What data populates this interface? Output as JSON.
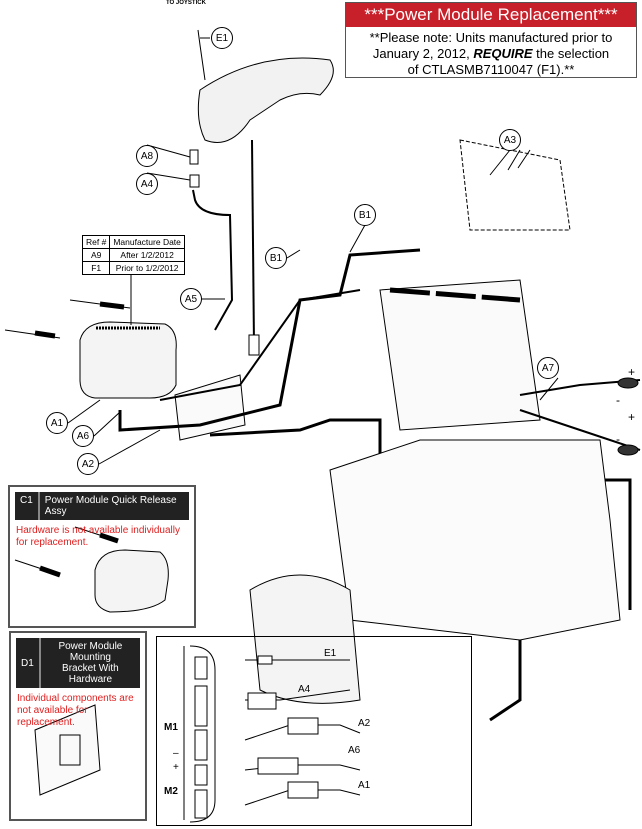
{
  "notice": {
    "title": "***Power Module Replacement***",
    "line1": "**Please note: Units manufactured prior to",
    "line2_a": "January 2, 2012, ",
    "line2_b": "REQUIRE",
    "line2_c": " the selection",
    "line3": "of CTLASMB7110047 (F1).**"
  },
  "to_joystick": "TO JOYSTICK",
  "ref_table": {
    "headers": [
      "Ref #",
      "Manufacture Date"
    ],
    "rows": [
      [
        "A9",
        "After 1/2/2012"
      ],
      [
        "F1",
        "Prior to 1/2/2012"
      ]
    ]
  },
  "callouts": [
    "E1",
    "A8",
    "A4",
    "A5",
    "B1",
    "B1",
    "A3",
    "A7",
    "A1",
    "A6",
    "A2"
  ],
  "terminals": [
    "+",
    "-",
    "+",
    "-"
  ],
  "c1": {
    "ref": "C1",
    "title": "Power Module Quick Release Assy",
    "note": "Hardware is not available individually for replacement."
  },
  "d1": {
    "ref": "D1",
    "title_1": "Power Module Mounting",
    "title_2": "Bracket With Hardware",
    "note": "Individual components are not available for replacement."
  },
  "inset": {
    "labels": [
      "E1",
      "A4",
      "A2",
      "A6",
      "A1"
    ],
    "m1": "M1",
    "m2": "M2",
    "minus": "–",
    "plus": "+"
  },
  "colors": {
    "banner": "#c8202a",
    "note_text": "#e02020"
  }
}
